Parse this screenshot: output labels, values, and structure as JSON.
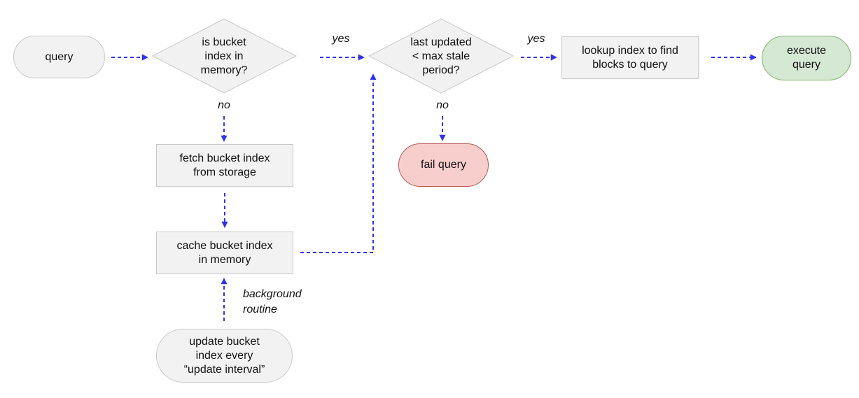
{
  "diagram": {
    "colors": {
      "arrow_blue": "#3232ee",
      "gray_fill": "#f2f2f2",
      "gray_border": "#c9c9c9",
      "green_fill": "#d5e8d4",
      "green_border": "#82b366",
      "red_fill": "#f8cecc",
      "red_border": "#b85450",
      "text": "#111111"
    },
    "nodes": {
      "query": {
        "shape": "pill",
        "label": "query"
      },
      "is_bucket_index_in_memory": {
        "shape": "diamond",
        "label": [
          "is bucket",
          "index in",
          "memory?"
        ]
      },
      "last_updated_max_stale": {
        "shape": "diamond",
        "label": [
          "last updated",
          "< max stale",
          "period?"
        ]
      },
      "lookup_index": {
        "shape": "rect",
        "label": [
          "lookup index to find",
          "blocks to query"
        ]
      },
      "execute_query": {
        "shape": "pill",
        "label": [
          "execute",
          "query"
        ]
      },
      "fail_query": {
        "shape": "pill",
        "label": "fail query"
      },
      "fetch_bucket_index": {
        "shape": "rect",
        "label": [
          "fetch bucket index",
          "from storage"
        ]
      },
      "cache_bucket_index": {
        "shape": "rect",
        "label": [
          "cache bucket index",
          "in memory"
        ]
      },
      "update_bucket_index": {
        "shape": "pill",
        "label": [
          "update bucket",
          "index every",
          "“update interval”"
        ]
      }
    },
    "edge_labels": {
      "yes_memory": "yes",
      "no_memory": "no",
      "yes_stale": "yes",
      "no_stale": "no",
      "background_routine": [
        "background",
        "routine"
      ]
    }
  }
}
